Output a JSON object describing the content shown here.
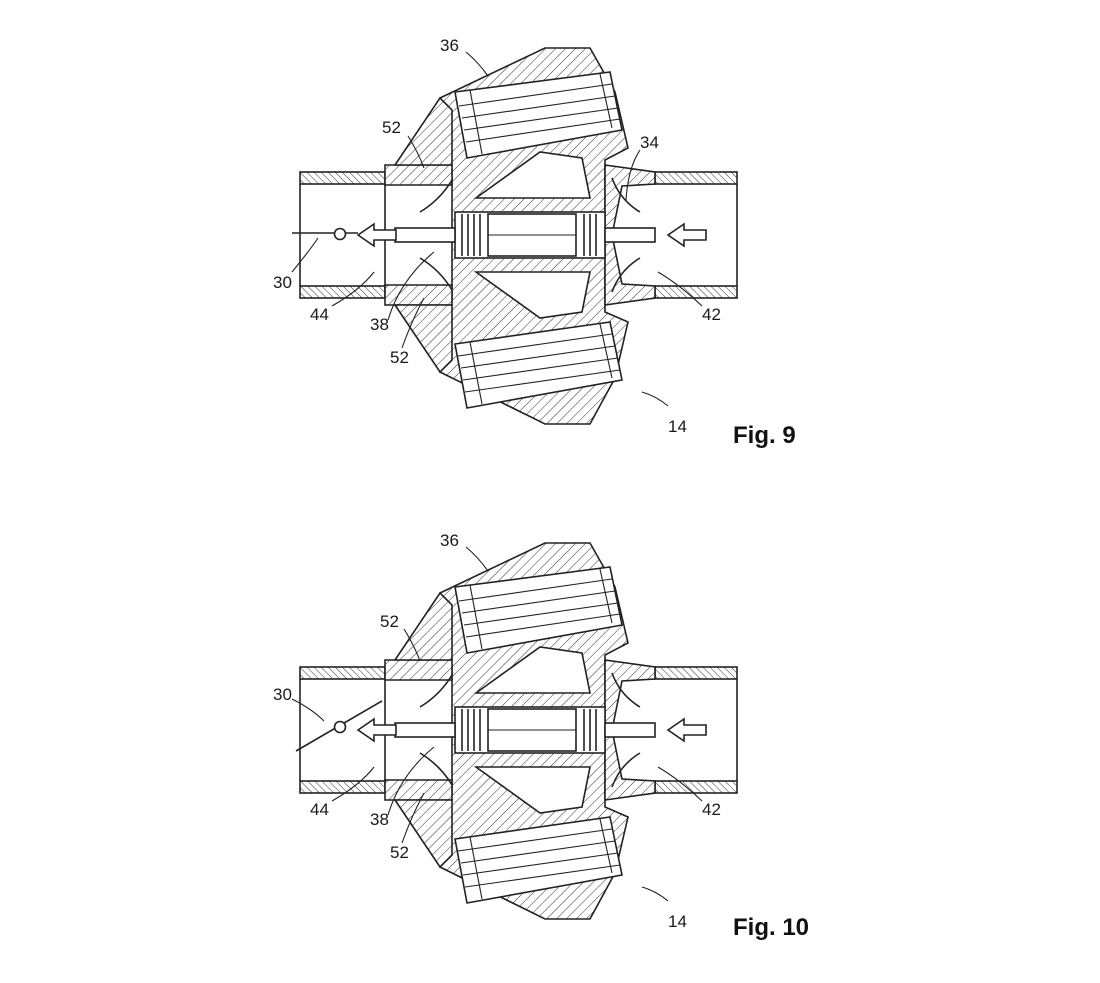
{
  "figures": [
    {
      "id": "fig9",
      "caption": "Fig. 9",
      "labels": {
        "l36": "36",
        "l52a": "52",
        "l34": "34",
        "l30": "30",
        "l44": "44",
        "l38": "38",
        "l52b": "52",
        "l42": "42",
        "l14": "14"
      },
      "valve_state": "open"
    },
    {
      "id": "fig10",
      "caption": "Fig. 10",
      "labels": {
        "l36": "36",
        "l52a": "52",
        "l30": "30",
        "l44": "44",
        "l38": "38",
        "l52b": "52",
        "l42": "42",
        "l14": "14"
      },
      "valve_state": "tilted"
    }
  ],
  "colors": {
    "line": "#222222",
    "background": "#ffffff"
  }
}
